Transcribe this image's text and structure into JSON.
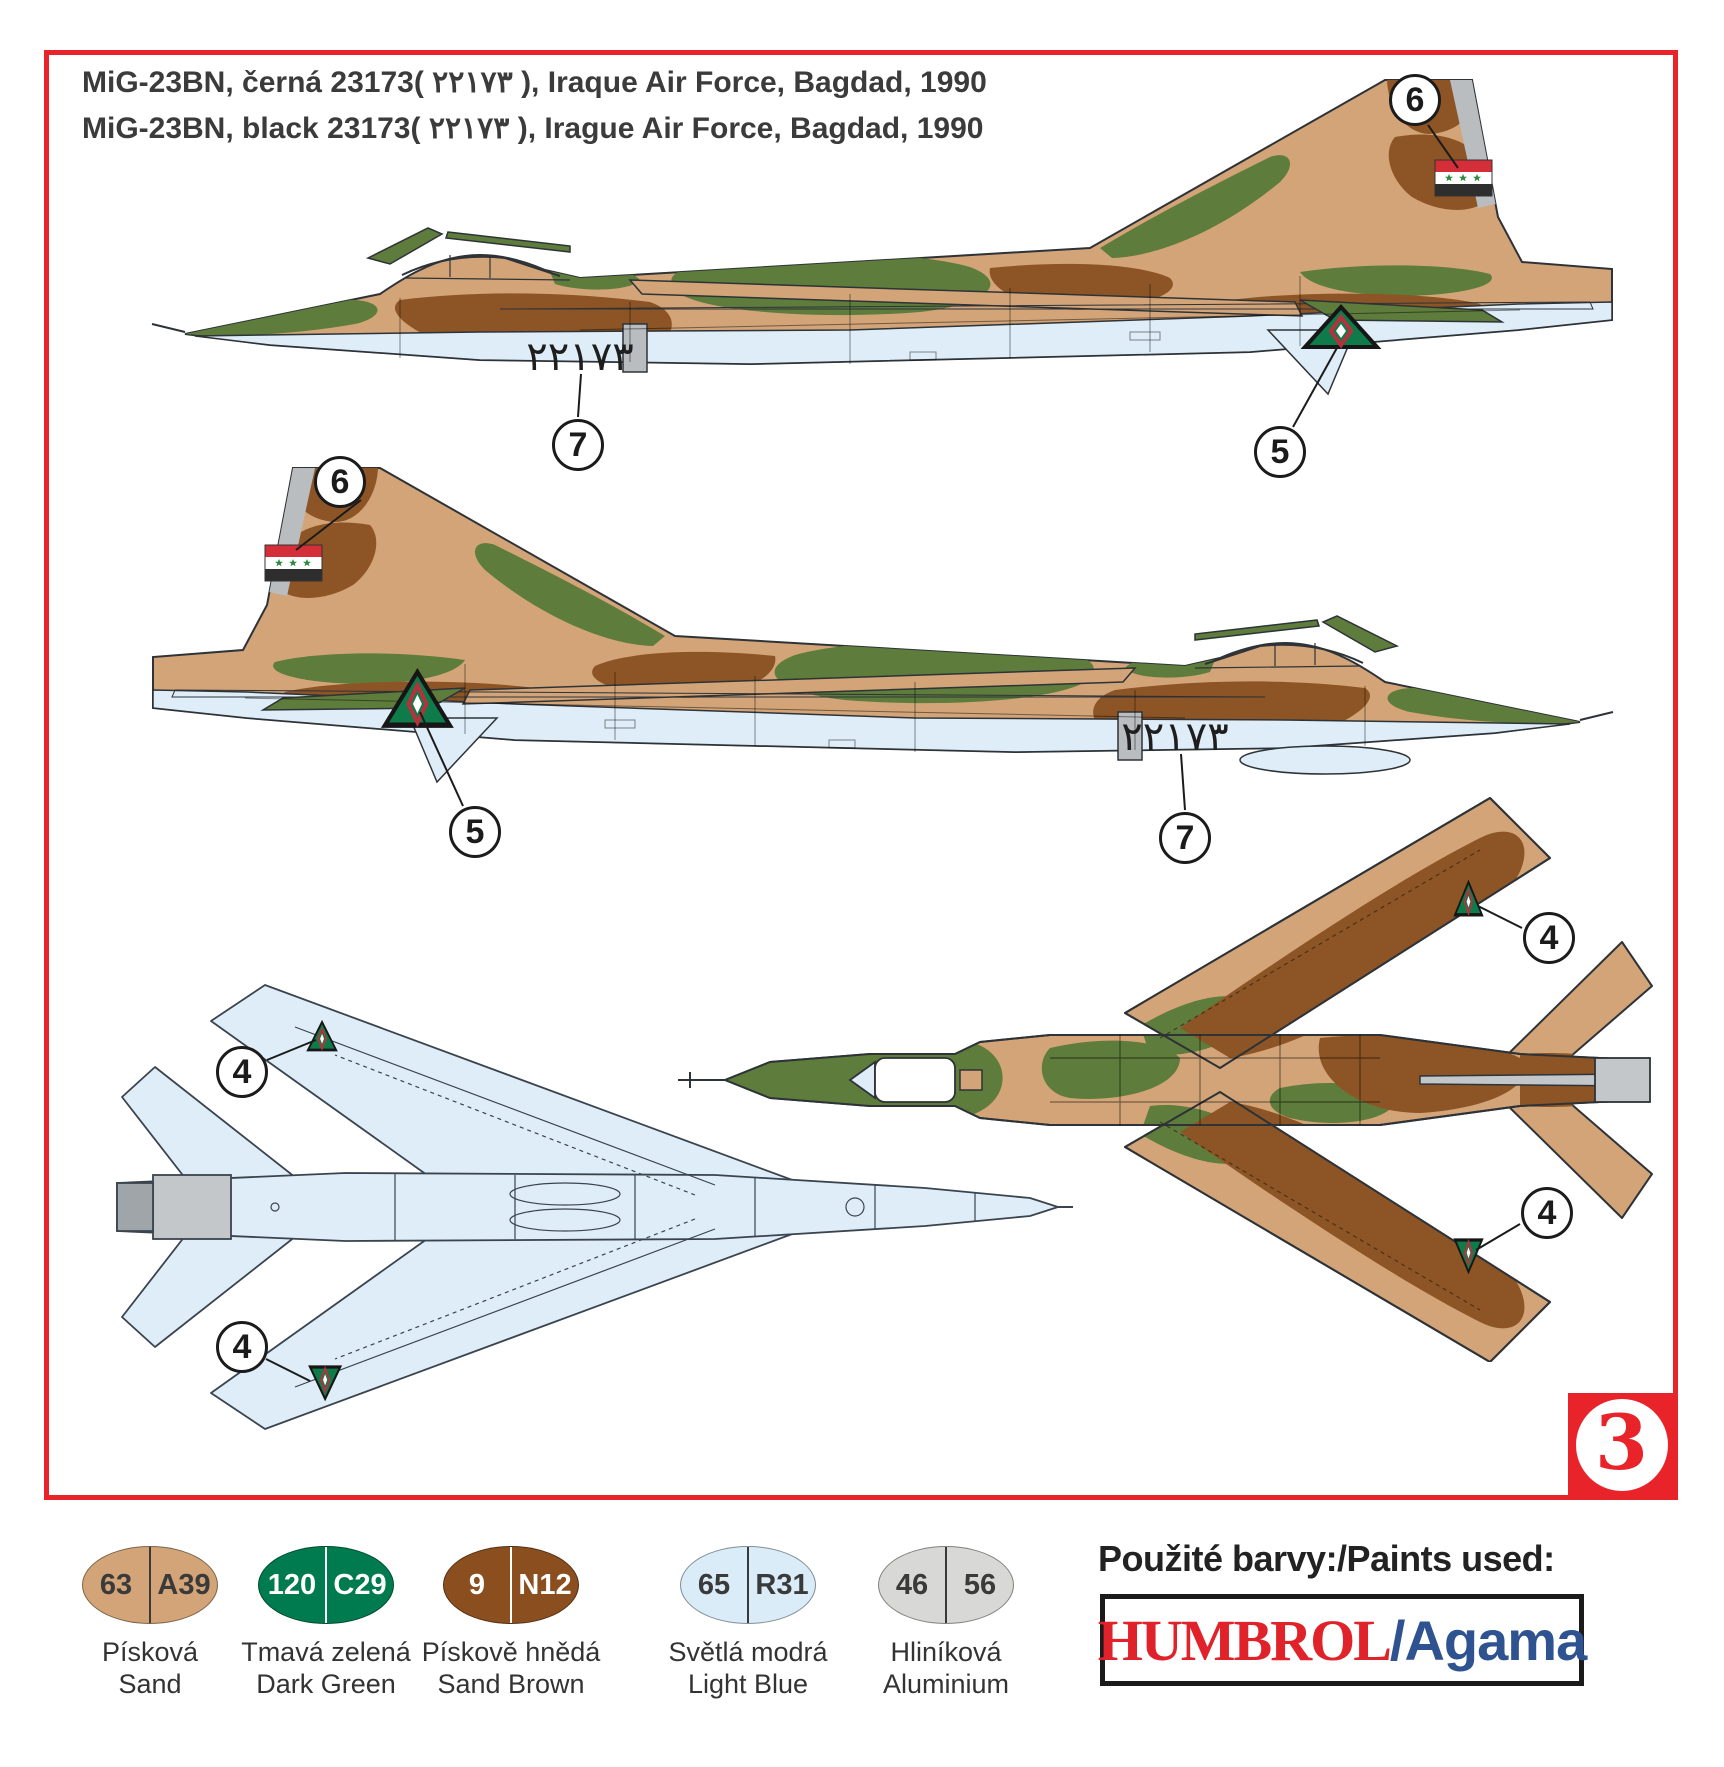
{
  "header": {
    "title_line1": "MiG-23BN, černá 23173( ٢٢١٧٣ ), Iraque Air Force, Bagdad, 1990",
    "title_line2": "MiG-23BN, black 23173( ٢٢١٧٣ ), Irague Air Force, Bagdad, 1990"
  },
  "page_number": "3",
  "markings": {
    "serial_arabic": "٢٢١٧٣",
    "flag_icon": "iraq-flag",
    "insignia_icon": "green-triangle-roundel"
  },
  "callouts": [
    {
      "label": "6"
    },
    {
      "label": "7"
    },
    {
      "label": "5"
    },
    {
      "label": "6"
    },
    {
      "label": "5"
    },
    {
      "label": "7"
    },
    {
      "label": "4"
    },
    {
      "label": "4"
    },
    {
      "label": "4"
    },
    {
      "label": "4"
    }
  ],
  "legend": {
    "heading": "Použité barvy:/Paints used:",
    "brand": {
      "humbrol": "HUMBROL",
      "agama": "/Agama"
    },
    "paints": [
      {
        "humbrol_code": "63",
        "agama_code": "A39",
        "name_cs": "Písková",
        "name_en": "Sand",
        "hex": "#D2A478"
      },
      {
        "humbrol_code": "120",
        "agama_code": "C29",
        "name_cs": "Tmavá zelená",
        "name_en": "Dark Green",
        "hex": "#007B50"
      },
      {
        "humbrol_code": "9",
        "agama_code": "N12",
        "name_cs": "Pískově hnědá",
        "name_en": "Sand Brown",
        "hex": "#8B4F1F"
      },
      {
        "humbrol_code": "65",
        "agama_code": "R31",
        "name_cs": "Světlá modrá",
        "name_en": "Light Blue",
        "hex": "#D9ECF8"
      },
      {
        "humbrol_code": "46",
        "agama_code": "56",
        "name_cs": "Hliníková",
        "name_en": "Aluminium",
        "hex": "#D8D8D6"
      }
    ]
  },
  "colors": {
    "frame_red": "#E8242A",
    "camo_sand": "#D2A478",
    "camo_green": "#5E7C3B",
    "camo_brown": "#8D5526",
    "underside_light_blue": "#DEEDF7",
    "metal_grey": "#B9BDBF",
    "brand_red": "#E0222A",
    "brand_blue": "#2F5390"
  }
}
